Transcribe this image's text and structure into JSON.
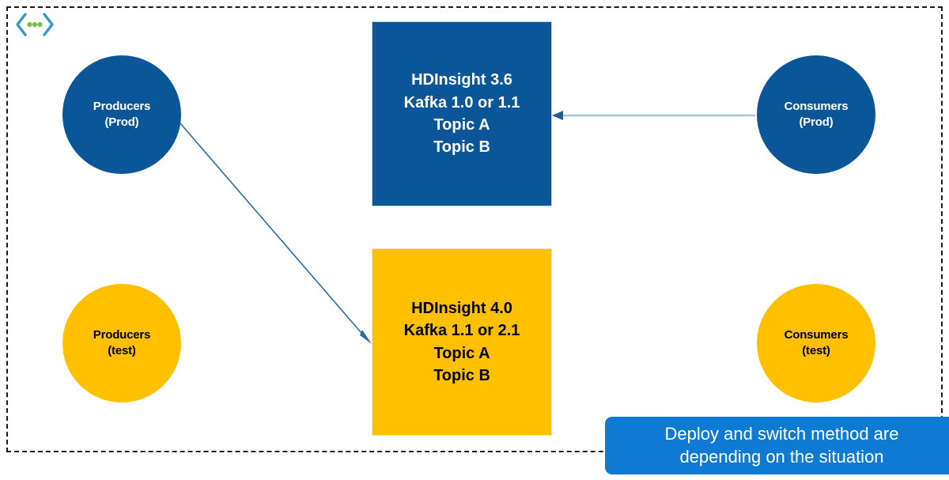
{
  "diagram": {
    "logo": {
      "icon": "code-brackets-icon",
      "bracket_color": "#3399CC",
      "dot_color": "#7AC142"
    },
    "boundary": {
      "style": "dashed",
      "color": "#1a1a1a"
    },
    "colors": {
      "prod_blue": "#0A5698",
      "test_yellow": "#FFC000",
      "banner_blue": "#0E7AD4",
      "arrow_line": "#A8C6E0",
      "arrow_head": "#1F5C99",
      "diagonal_arrow": "#2E6DA4"
    },
    "nodes": [
      {
        "id": "producers-prod",
        "shape": "circle",
        "line1": "Producers",
        "line2": "(Prod)",
        "env": "prod"
      },
      {
        "id": "producers-test",
        "shape": "circle",
        "line1": "Producers",
        "line2": "(test)",
        "env": "test"
      },
      {
        "id": "consumers-prod",
        "shape": "circle",
        "line1": "Consumers",
        "line2": "(Prod)",
        "env": "prod"
      },
      {
        "id": "consumers-test",
        "shape": "circle",
        "line1": "Consumers",
        "line2": "(test)",
        "env": "test"
      }
    ],
    "clusters": [
      {
        "id": "cluster-prod",
        "env": "prod",
        "line1": "HDInsight 3.6",
        "line2": "Kafka 1.0 or 1.1",
        "line3": "Topic A",
        "line4": "Topic B"
      },
      {
        "id": "cluster-test",
        "env": "test",
        "line1": "HDInsight 4.0",
        "line2": "Kafka 1.1 or 2.1",
        "line3": "Topic A",
        "line4": "Topic B"
      }
    ],
    "banner": {
      "line1": "Deploy and switch method are",
      "line2": "depending on the situation"
    }
  }
}
